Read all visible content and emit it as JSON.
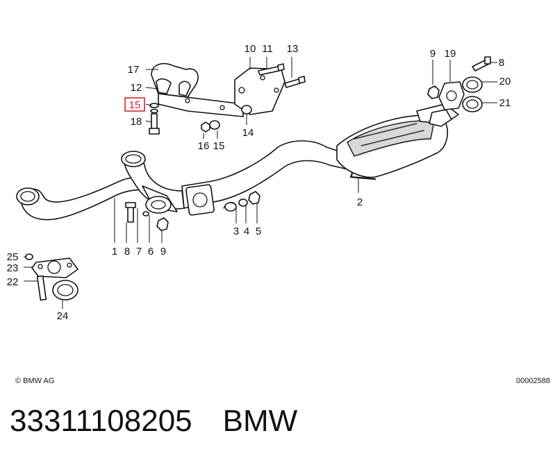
{
  "labels": {
    "l1": "1",
    "l2": "2",
    "l3": "3",
    "l4": "4",
    "l5": "5",
    "l6": "6",
    "l7": "7",
    "l8a": "8",
    "l8b": "8",
    "l9a": "9",
    "l9b": "9",
    "l10": "10",
    "l11": "11",
    "l12": "12",
    "l13": "13",
    "l14": "14",
    "l15hl": "15",
    "l15b": "15",
    "l16": "16",
    "l17": "17",
    "l18": "18",
    "l19": "19",
    "l20": "20",
    "l21": "21",
    "l22": "22",
    "l23": "23",
    "l24": "24",
    "l25": "25"
  },
  "highlight_color": "#d0262d",
  "copyright": "© BMW AG",
  "drawing_number": "00002588",
  "part_number": "33311108205",
  "brand": "BMW"
}
